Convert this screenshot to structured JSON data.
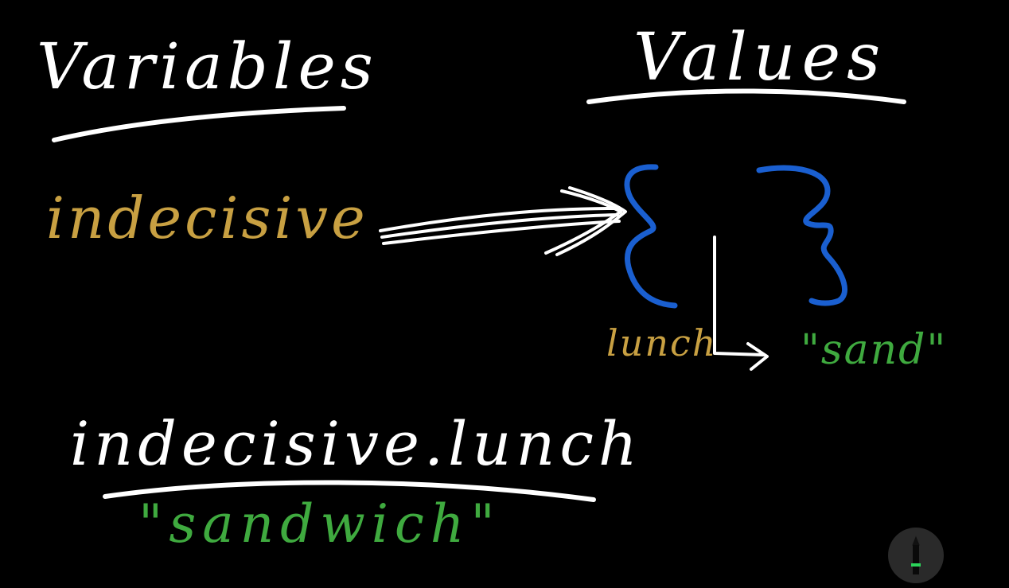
{
  "colors": {
    "background": "#000000",
    "chalk_white": "#ffffff",
    "variable_gold": "#c8a042",
    "brace_blue": "#1a5fd0",
    "string_green": "#3faa3f",
    "pen_button_bg": "#2a2a2a",
    "pen_tip_green": "#2bd45a"
  },
  "headings": {
    "variables": "Variables",
    "values": "Values"
  },
  "variable": {
    "name": "indecisive"
  },
  "object": {
    "key": "lunch",
    "value": "\"sand\""
  },
  "access": {
    "expression": "indecisive.lunch",
    "result": "\"sandwich\""
  },
  "toolbar": {
    "pen_icon": "pen-tool-icon"
  }
}
